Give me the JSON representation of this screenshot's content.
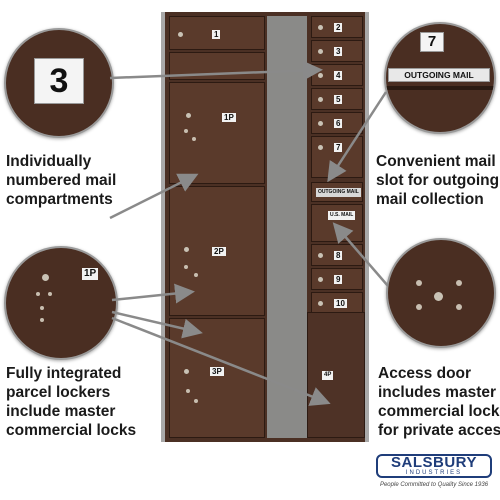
{
  "captions": {
    "left_top": [
      "Individually",
      "numbered mail",
      "compartments"
    ],
    "right_top": [
      "Convenient mail",
      "slot for outgoing",
      "mail collection"
    ],
    "left_bottom": [
      "Fully integrated",
      "parcel lockers",
      "include master",
      "commercial locks"
    ],
    "right_bottom": [
      "Access door",
      "includes master",
      "commercial lock",
      "for private access"
    ]
  },
  "callouts": {
    "number_tag": "3",
    "outgoing_number": "7",
    "outgoing_label": "OUTGOING MAIL",
    "parcel_tag": "1P"
  },
  "mailbox": {
    "top_door": "1",
    "column_doors": [
      "2",
      "3",
      "4",
      "5",
      "6",
      "7",
      "8",
      "9",
      "10"
    ],
    "outgoing_slot": "OUTGOING MAIL",
    "access_label": "U.S. MAIL",
    "parcels": [
      "1P",
      "2P",
      "3P"
    ],
    "access_door_tag": "4P"
  },
  "logo": {
    "name": "SALSBURY",
    "sub": "INDUSTRIES",
    "tagline": "People Committed to Quality Since 1936"
  },
  "colors": {
    "bronze": "#4b3024",
    "frame_gray": "#a9a9a9",
    "brand_blue": "#1f3d7a"
  }
}
